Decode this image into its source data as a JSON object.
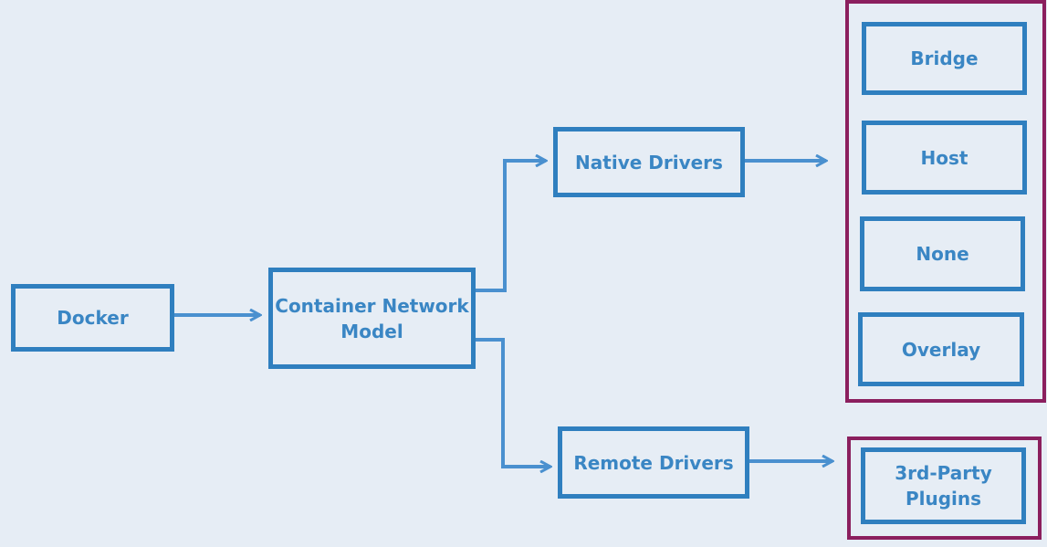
{
  "nodes": {
    "docker": "Docker",
    "cnm_line1": "Container Network",
    "cnm_line2": "Model",
    "native": "Native Drivers",
    "remote": "Remote Drivers",
    "bridge": "Bridge",
    "host": "Host",
    "none": "None",
    "overlay": "Overlay",
    "plugins_line1": "3rd-Party",
    "plugins_line2": "Plugins"
  },
  "colors": {
    "background": "#e6edf5",
    "box_border": "#2f7fbf",
    "text": "#3a86c4",
    "arrow": "#4a90cf",
    "group_border": "#8b1f5e"
  }
}
